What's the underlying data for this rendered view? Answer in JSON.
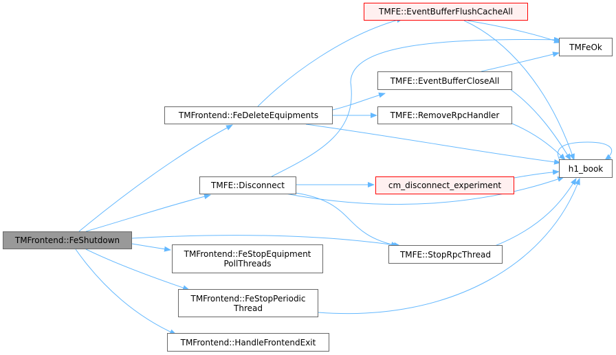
{
  "colors": {
    "edge": "#63b8ff",
    "node_border": "#666666",
    "root_fill": "#999999",
    "undocumented_border": "#ff0000",
    "undocumented_fill": "#fff0f0"
  },
  "nodes": {
    "fe_shutdown": "TMFrontend::FeShutdown",
    "fe_delete_equipments": "TMFrontend::FeDeleteEquipments",
    "tmfe_disconnect": "TMFE::Disconnect",
    "fe_stop_equipment_poll_threads": "TMFrontend::FeStopEquipment\nPollThreads",
    "fe_stop_periodic_thread": "TMFrontend::FeStopPeriodic\nThread",
    "handle_frontend_exit": "TMFrontend::HandleFrontendExit",
    "event_buffer_flush_cache_all": "TMFE::EventBufferFlushCacheAll",
    "event_buffer_close_all": "TMFE::EventBufferCloseAll",
    "remove_rpc_handler": "TMFE::RemoveRpcHandler",
    "cm_disconnect_experiment": "cm_disconnect_experiment",
    "stop_rpc_thread": "TMFE::StopRpcThread",
    "tmfe_ok": "TMFeOk",
    "h1_book": "h1_book"
  }
}
